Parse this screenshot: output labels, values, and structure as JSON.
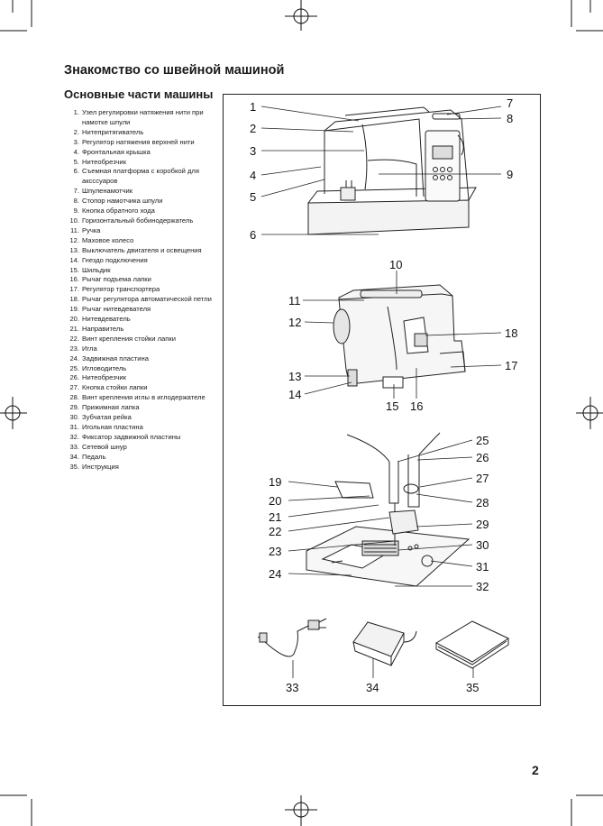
{
  "heading": "Знакомство со швейной машиной",
  "subheading": "Основные части машины",
  "parts": [
    {
      "n": "1.",
      "t": "Узел регулировки натяжения нити при намотке шпули"
    },
    {
      "n": "2.",
      "t": "Нитепритягиватель"
    },
    {
      "n": "3.",
      "t": "Регулятор натяжения верхней нити"
    },
    {
      "n": "4.",
      "t": "Фронтальная крышка"
    },
    {
      "n": "5.",
      "t": "Нитеобрезчик"
    },
    {
      "n": "6.",
      "t": "Съемная платформа с коробкой для аксссуаров"
    },
    {
      "n": "7.",
      "t": "Шпуленамотчик"
    },
    {
      "n": "8.",
      "t": "Стопор намотчика шпули"
    },
    {
      "n": "9.",
      "t": "Кнопка обратного хода"
    },
    {
      "n": "10.",
      "t": "Горизонтальный бобинодержатель"
    },
    {
      "n": "11.",
      "t": "Ручка"
    },
    {
      "n": "12.",
      "t": "Маховое колесо"
    },
    {
      "n": "13.",
      "t": "Выключатель двигателя и освещения"
    },
    {
      "n": "14.",
      "t": "Гнездо подключения"
    },
    {
      "n": "15.",
      "t": "Шильдик"
    },
    {
      "n": "16.",
      "t": "Рычаг подъема лапки"
    },
    {
      "n": "17.",
      "t": "Регулятор транспортера"
    },
    {
      "n": "18.",
      "t": "Рычаг регулятора автоматической петли"
    },
    {
      "n": "19.",
      "t": "Рычаг нитевдевателя"
    },
    {
      "n": "20.",
      "t": "Нитевдеватель"
    },
    {
      "n": "21.",
      "t": "Направитель"
    },
    {
      "n": "22.",
      "t": "Винт крепления стойки лапки"
    },
    {
      "n": "23.",
      "t": "Игла"
    },
    {
      "n": "24.",
      "t": "Задвижная пластина"
    },
    {
      "n": "25.",
      "t": "Игловодитель"
    },
    {
      "n": "26.",
      "t": "Нитеобрезчик"
    },
    {
      "n": "27.",
      "t": "Кнопка стойки лапки"
    },
    {
      "n": "28.",
      "t": "Винт крепления иглы в иглодержателе"
    },
    {
      "n": "29.",
      "t": "Прижимная лапка"
    },
    {
      "n": "30.",
      "t": "Зубчатая рейка"
    },
    {
      "n": "31.",
      "t": "Игольная пластина"
    },
    {
      "n": "32.",
      "t": "Фиксатор задвижной пластины"
    },
    {
      "n": "33.",
      "t": "Сетевой шнур"
    },
    {
      "n": "34.",
      "t": "Педаль"
    },
    {
      "n": "35.",
      "t": "Инструкция"
    }
  ],
  "callouts": {
    "c1": "1",
    "c2": "2",
    "c3": "3",
    "c4": "4",
    "c5": "5",
    "c6": "6",
    "c7": "7",
    "c8": "8",
    "c9": "9",
    "c10": "10",
    "c11": "11",
    "c12": "12",
    "c13": "13",
    "c14": "14",
    "c15": "15",
    "c16": "16",
    "c17": "17",
    "c18": "18",
    "c19": "19",
    "c20": "20",
    "c21": "21",
    "c22": "22",
    "c23": "23",
    "c24": "24",
    "c25": "25",
    "c26": "26",
    "c27": "27",
    "c28": "28",
    "c29": "29",
    "c30": "30",
    "c31": "31",
    "c32": "32",
    "c33": "33",
    "c34": "34",
    "c35": "35"
  },
  "page_number": "2"
}
